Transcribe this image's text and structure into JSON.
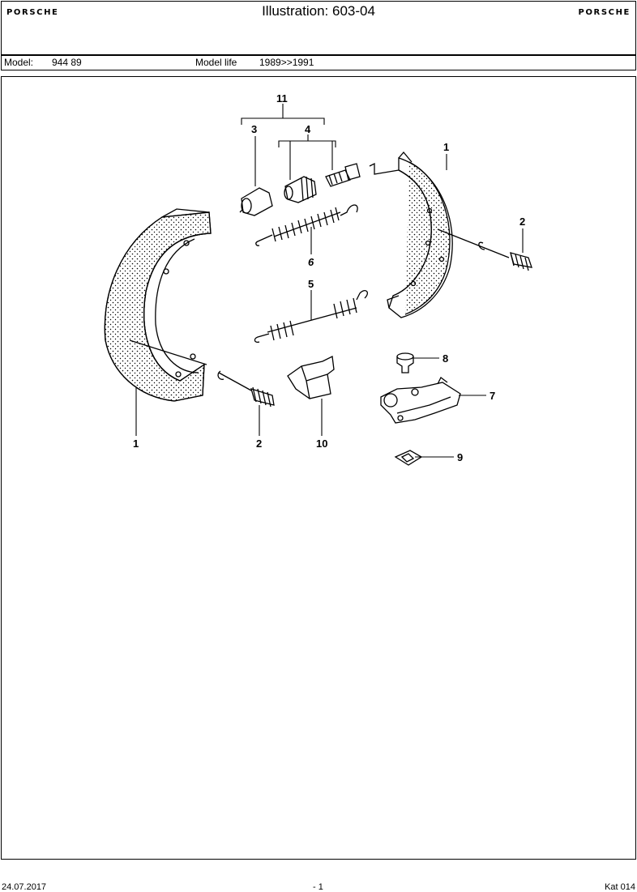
{
  "header": {
    "brand_left": "PORSCHE",
    "brand_right": "PORSCHE",
    "title": "Illustration: 603-04"
  },
  "model_bar": {
    "model_label": "Model:",
    "model_value": "944 89",
    "life_label": "Model life",
    "life_value": "1989>>1991"
  },
  "callouts": {
    "c1_top": "1",
    "c1_bottom": "1",
    "c2_right": "2",
    "c2_bottom": "2",
    "c3": "3",
    "c4": "4",
    "c5": "5",
    "c6": "6",
    "c7": "7",
    "c8": "8",
    "c9": "9",
    "c10": "10",
    "c11": "11"
  },
  "footer": {
    "date": "24.07.2017",
    "page": "- 1",
    "catalog": "Kat 014"
  }
}
